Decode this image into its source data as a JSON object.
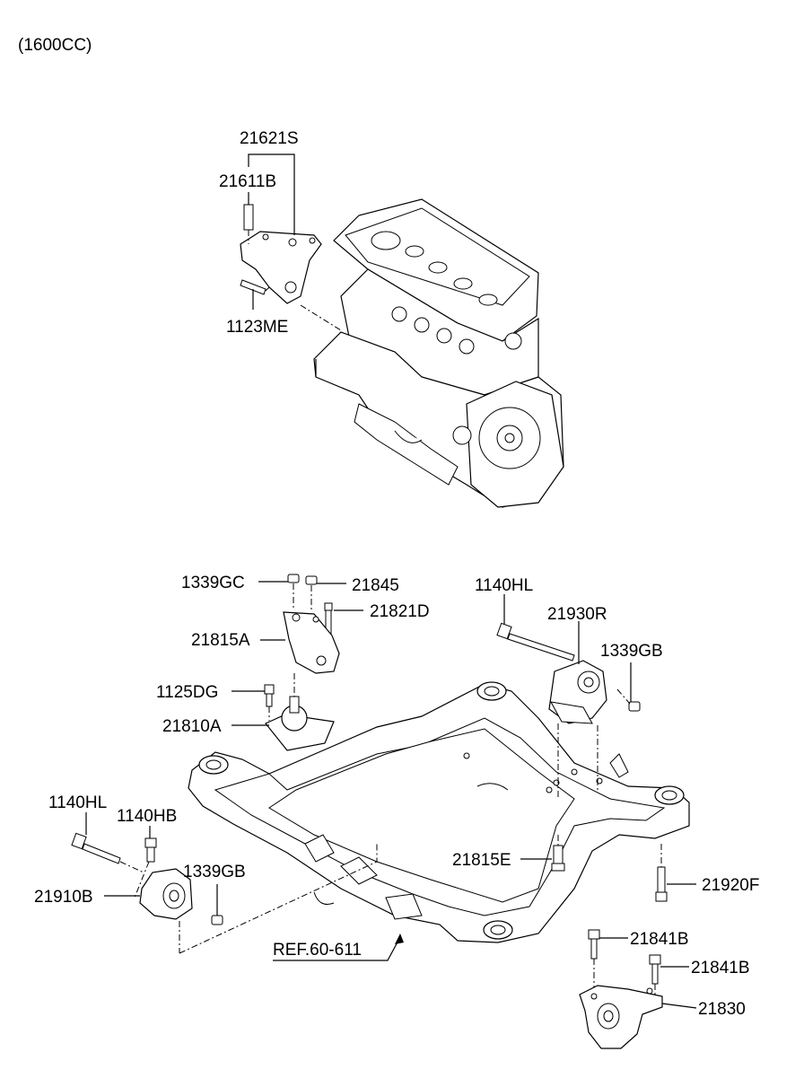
{
  "header": {
    "engine_spec": "(1600CC)"
  },
  "labels": {
    "l21621S": "21621S",
    "l21611B": "21611B",
    "l1123ME": "1123ME",
    "l1339GC": "1339GC",
    "l21845": "21845",
    "l21821D": "21821D",
    "l21815A": "21815A",
    "l1125DG": "1125DG",
    "l21810A": "21810A",
    "l1140HL_right": "1140HL",
    "l21930R": "21930R",
    "l1339GB_right": "1339GB",
    "l1140HL_left": "1140HL",
    "l1140HB": "1140HB",
    "l1339GB_left": "1339GB",
    "l21910B": "21910B",
    "l21815E": "21815E",
    "l21920F": "21920F",
    "lref": "REF.60-611",
    "l21841B_a": "21841B",
    "l21841B_b": "21841B",
    "l21830": "21830"
  }
}
